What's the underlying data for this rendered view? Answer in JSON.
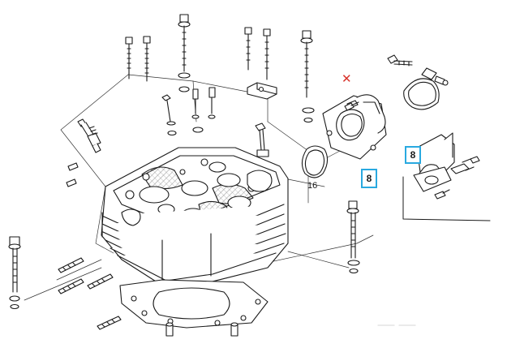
{
  "diagram": {
    "callouts": [
      {
        "id": "main-8",
        "text": "8"
      },
      {
        "id": "inset-8",
        "text": "8"
      }
    ],
    "labels": [
      {
        "id": "sixteen",
        "text": "16"
      }
    ],
    "removed_marker": {
      "symbol": "✕",
      "color": "#d8322a"
    },
    "colors": {
      "line": "#1a1a1a",
      "callout_border": "#29a9e0",
      "fill": "#ffffff",
      "mesh": "#9a9a9a"
    }
  }
}
